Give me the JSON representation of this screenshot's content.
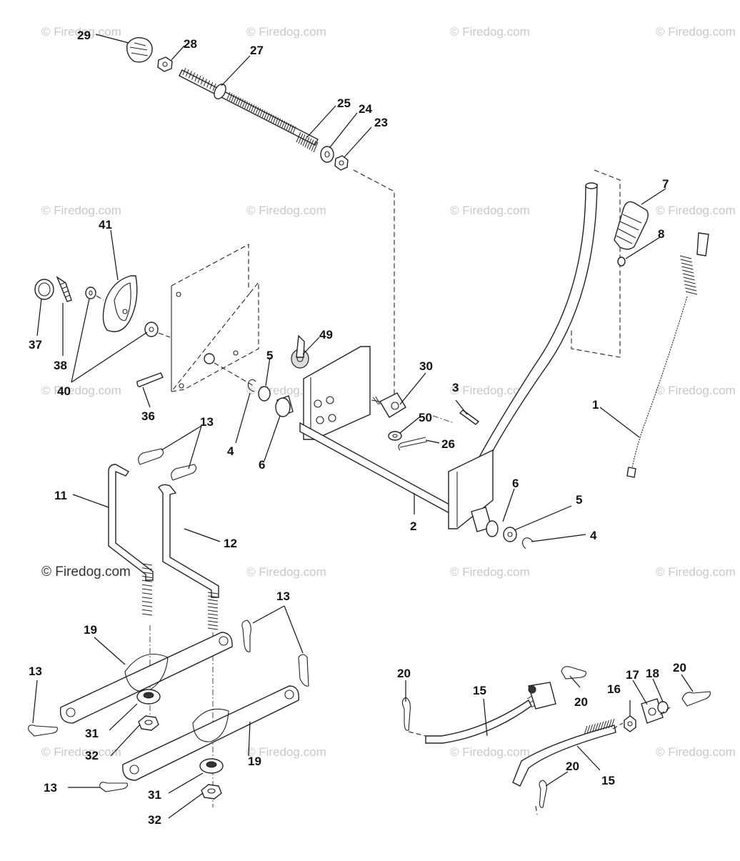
{
  "watermark_text": "© Firedog.com",
  "watermark_highlight_text": "© Firedog.com",
  "callouts": [
    {
      "id": "c29",
      "text": "29"
    },
    {
      "id": "c28",
      "text": "28"
    },
    {
      "id": "c27",
      "text": "27"
    },
    {
      "id": "c25",
      "text": "25"
    },
    {
      "id": "c24",
      "text": "24"
    },
    {
      "id": "c23",
      "text": "23"
    },
    {
      "id": "c7",
      "text": "7"
    },
    {
      "id": "c8",
      "text": "8"
    },
    {
      "id": "c41",
      "text": "41"
    },
    {
      "id": "c37",
      "text": "37"
    },
    {
      "id": "c38",
      "text": "38"
    },
    {
      "id": "c40",
      "text": "40"
    },
    {
      "id": "c36",
      "text": "36"
    },
    {
      "id": "c49",
      "text": "49"
    },
    {
      "id": "c5a",
      "text": "5"
    },
    {
      "id": "c4a",
      "text": "4"
    },
    {
      "id": "c6a",
      "text": "6"
    },
    {
      "id": "c30",
      "text": "30"
    },
    {
      "id": "c3",
      "text": "3"
    },
    {
      "id": "c50",
      "text": "50"
    },
    {
      "id": "c26",
      "text": "26"
    },
    {
      "id": "c1",
      "text": "1"
    },
    {
      "id": "c13a",
      "text": "13"
    },
    {
      "id": "c11",
      "text": "11"
    },
    {
      "id": "c12",
      "text": "12"
    },
    {
      "id": "c2",
      "text": "2"
    },
    {
      "id": "c6b",
      "text": "6"
    },
    {
      "id": "c5b",
      "text": "5"
    },
    {
      "id": "c4b",
      "text": "4"
    },
    {
      "id": "c13b",
      "text": "13"
    },
    {
      "id": "c19a",
      "text": "19"
    },
    {
      "id": "c13c",
      "text": "13"
    },
    {
      "id": "c31a",
      "text": "31"
    },
    {
      "id": "c32a",
      "text": "32"
    },
    {
      "id": "c19b",
      "text": "19"
    },
    {
      "id": "c13d",
      "text": "13"
    },
    {
      "id": "c31b",
      "text": "31"
    },
    {
      "id": "c32b",
      "text": "32"
    },
    {
      "id": "c20a",
      "text": "20"
    },
    {
      "id": "c15a",
      "text": "15"
    },
    {
      "id": "c20b",
      "text": "20"
    },
    {
      "id": "c16",
      "text": "16"
    },
    {
      "id": "c17",
      "text": "17"
    },
    {
      "id": "c18",
      "text": "18"
    },
    {
      "id": "c20c",
      "text": "20"
    },
    {
      "id": "c15b",
      "text": "15"
    },
    {
      "id": "c20d",
      "text": "20"
    }
  ]
}
